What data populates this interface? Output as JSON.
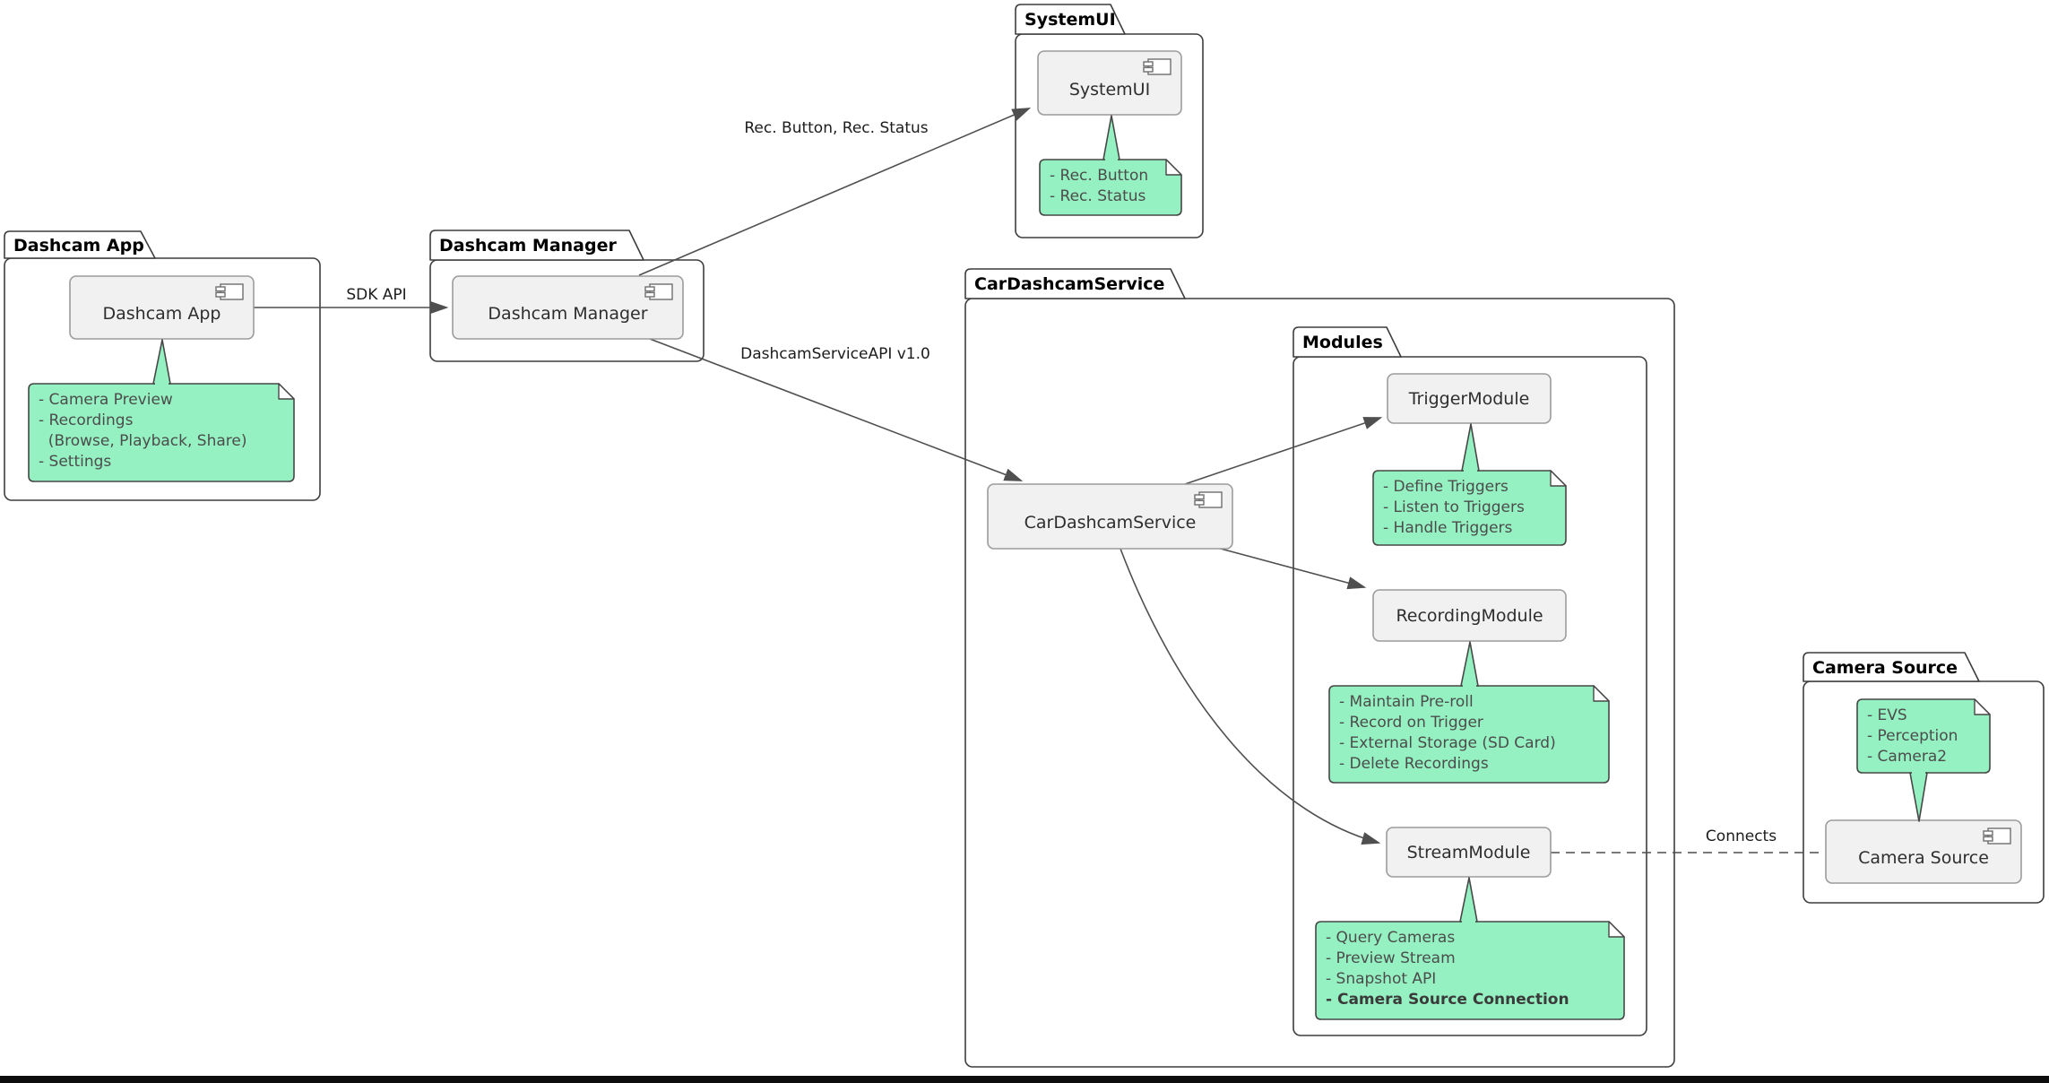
{
  "diagram": {
    "packages": {
      "dashcam_app": {
        "title": "Dashcam App"
      },
      "dashcam_manager": {
        "title": "Dashcam Manager"
      },
      "systemui": {
        "title": "SystemUI"
      },
      "car_dashcam_service": {
        "title": "CarDashcamService"
      },
      "modules": {
        "title": "Modules"
      },
      "camera_source": {
        "title": "Camera Source"
      }
    },
    "components": {
      "dashcam_app": {
        "label": "Dashcam App"
      },
      "dashcam_manager": {
        "label": "Dashcam Manager"
      },
      "systemui": {
        "label": "SystemUI"
      },
      "car_dashcam_service": {
        "label": "CarDashcamService"
      },
      "trigger_module": {
        "label": "TriggerModule"
      },
      "recording_module": {
        "label": "RecordingModule"
      },
      "stream_module": {
        "label": "StreamModule"
      },
      "camera_source": {
        "label": "Camera Source"
      }
    },
    "notes": {
      "dashcam_app": {
        "lines": [
          "- Camera Preview",
          "- Recordings",
          "  (Browse, Playback, Share)",
          "- Settings"
        ]
      },
      "systemui": {
        "lines": [
          "- Rec. Button",
          "- Rec. Status"
        ]
      },
      "trigger_module": {
        "lines": [
          "- Define Triggers",
          "- Listen to Triggers",
          "- Handle Triggers"
        ]
      },
      "recording_module": {
        "lines": [
          "- Maintain Pre-roll",
          "- Record on Trigger",
          "- External Storage (SD Card)",
          "- Delete Recordings"
        ]
      },
      "stream_module": {
        "lines": [
          "- Query Cameras",
          "- Preview Stream",
          "- Snapshot API",
          "- Camera Source Connection"
        ]
      },
      "camera_source": {
        "lines": [
          "- EVS",
          "- Perception",
          "- Camera2"
        ]
      }
    },
    "edge_labels": {
      "sdk_api": "SDK API",
      "rec_status": "Rec. Button, Rec. Status",
      "service_api": "DashcamServiceAPI v1.0",
      "connects": "Connects"
    },
    "colors": {
      "note_fill": "#95F1C2",
      "note_border": "#474747",
      "note_text": "#4C4C4C",
      "comp_fill": "#F1F1F1",
      "comp_border": "#9C9C9C",
      "pkg_border": "#3D3D3D",
      "edge": "#4F4F4F",
      "bottom_bar": "#0D0D0D"
    }
  }
}
